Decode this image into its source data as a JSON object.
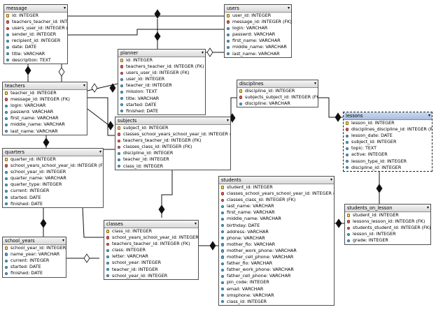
{
  "tables": {
    "message": {
      "name": "message",
      "columns": [
        {
          "text": "id: INTEGER",
          "icon": "key-icon"
        },
        {
          "text": "teachers_teacher_id: INTEGER (FK)",
          "icon": "fk-column-icon"
        },
        {
          "text": "users_user_id: INTEGER (FK)",
          "icon": "fk-column-icon"
        },
        {
          "text": "sender_id: INTEGER",
          "icon": "column-icon"
        },
        {
          "text": "recipient_id: INTEGER",
          "icon": "column-icon"
        },
        {
          "text": "date: DATE",
          "icon": "column-icon"
        },
        {
          "text": "title: VARCHAR",
          "icon": "column-icon"
        },
        {
          "text": "description: TEXT",
          "icon": "column-icon"
        }
      ]
    },
    "users": {
      "name": "users",
      "columns": [
        {
          "text": "user_id: INTEGER",
          "icon": "key-icon"
        },
        {
          "text": "message_id: INTEGER (FK)",
          "icon": "fk-column-icon"
        },
        {
          "text": "login: VARCHAR",
          "icon": "column-icon"
        },
        {
          "text": "passwrd: VARCHAR",
          "icon": "column-icon"
        },
        {
          "text": "first_name: VARCHAR",
          "icon": "column-icon"
        },
        {
          "text": "middle_name: VARCHAR",
          "icon": "column-icon"
        },
        {
          "text": "last_name: VARCHAR",
          "icon": "column-icon"
        }
      ]
    },
    "planner": {
      "name": "planner",
      "columns": [
        {
          "text": "id: INTEGER",
          "icon": "key-icon"
        },
        {
          "text": "teachers_teacher_id: INTEGER (FK)",
          "icon": "fk-column-icon"
        },
        {
          "text": "users_user_id: INTEGER (FK)",
          "icon": "fk-column-icon"
        },
        {
          "text": "user_id: INTEGER",
          "icon": "column-icon"
        },
        {
          "text": "teacher_id: INTEGER",
          "icon": "column-icon"
        },
        {
          "text": "mission: TEXT",
          "icon": "column-icon"
        },
        {
          "text": "title: VARCHAR",
          "icon": "column-icon"
        },
        {
          "text": "started: DATE",
          "icon": "column-icon"
        },
        {
          "text": "finished: DATE",
          "icon": "column-icon"
        }
      ]
    },
    "teachers": {
      "name": "teachers",
      "columns": [
        {
          "text": "teacher_id: INTEGER",
          "icon": "key-icon"
        },
        {
          "text": "message_id: INTEGER (FK)",
          "icon": "fk-column-icon"
        },
        {
          "text": "login: VARCHAR",
          "icon": "column-icon"
        },
        {
          "text": "passwrd: VARCHAR",
          "icon": "column-icon"
        },
        {
          "text": "first_name: VARCHAR",
          "icon": "column-icon"
        },
        {
          "text": "middle_name: VARCHAR",
          "icon": "column-icon"
        },
        {
          "text": "last_name: VARCHAR",
          "icon": "column-icon"
        }
      ]
    },
    "disciplines": {
      "name": "disciplines",
      "columns": [
        {
          "text": "discipline_id: INTEGER",
          "icon": "key-icon"
        },
        {
          "text": "subjects_subject_id: INTEGER (FK)",
          "icon": "fk-column-icon"
        },
        {
          "text": "discipline: VARCHAR",
          "icon": "column-icon"
        }
      ]
    },
    "lessons": {
      "name": "lessons",
      "columns": [
        {
          "text": "lesson_id: INTEGER",
          "icon": "key-icon"
        },
        {
          "text": "disciplines_discipline_id: INTEGER (FK)",
          "icon": "fk-column-icon"
        },
        {
          "text": "lesson_date: DATE",
          "icon": "column-icon"
        },
        {
          "text": "subject_id: INTEGER",
          "icon": "column-icon"
        },
        {
          "text": "topic: TEXT",
          "icon": "column-icon"
        },
        {
          "text": "active: INTEGER",
          "icon": "column-icon"
        },
        {
          "text": "lesson_type_id: INTEGER",
          "icon": "column-icon"
        },
        {
          "text": "discipline_id: INTEGER",
          "icon": "column-icon"
        }
      ]
    },
    "subjects": {
      "name": "subjects",
      "columns": [
        {
          "text": "subject_id: INTEGER",
          "icon": "key-icon"
        },
        {
          "text": "classes_school_years_school_year_id: INTEGER (FK)",
          "icon": "fk-column-icon"
        },
        {
          "text": "teachers_teacher_id: INTEGER (FK)",
          "icon": "fk-column-icon"
        },
        {
          "text": "classes_class_id: INTEGER (FK)",
          "icon": "fk-column-icon"
        },
        {
          "text": "discipline_id: INTEGER",
          "icon": "column-icon"
        },
        {
          "text": "teacher_id: INTEGER",
          "icon": "column-icon"
        },
        {
          "text": "class_id: INTEGER",
          "icon": "column-icon"
        }
      ]
    },
    "quarters": {
      "name": "quarters",
      "columns": [
        {
          "text": "quarter_id: INTEGER",
          "icon": "key-icon"
        },
        {
          "text": "school_years_school_year_id: INTEGER (FK)",
          "icon": "fk-column-icon"
        },
        {
          "text": "school_year_id: INTEGER",
          "icon": "column-icon"
        },
        {
          "text": "quarter_name: VARCHAR",
          "icon": "column-icon"
        },
        {
          "text": "quarter_type: INTEGER",
          "icon": "column-icon"
        },
        {
          "text": "current: INTEGER",
          "icon": "column-icon"
        },
        {
          "text": "started: DATE",
          "icon": "column-icon"
        },
        {
          "text": "finished: DATE",
          "icon": "column-icon"
        }
      ]
    },
    "students": {
      "name": "students",
      "columns": [
        {
          "text": "student_id: INTEGER",
          "icon": "key-icon"
        },
        {
          "text": "classes_school_years_school_year_id: INTEGER (FK)",
          "icon": "fk-column-icon"
        },
        {
          "text": "classes_class_id: INTEGER (FK)",
          "icon": "fk-column-icon"
        },
        {
          "text": "last_name: VARCHAR",
          "icon": "column-icon"
        },
        {
          "text": "first_name: VARCHAR",
          "icon": "column-icon"
        },
        {
          "text": "middle_name: VARCHAR",
          "icon": "column-icon"
        },
        {
          "text": "birthday: DATE",
          "icon": "column-icon"
        },
        {
          "text": "address: VARCHAR",
          "icon": "column-icon"
        },
        {
          "text": "phone: VARCHAR",
          "icon": "column-icon"
        },
        {
          "text": "mother_fio: VARCHAR",
          "icon": "column-icon"
        },
        {
          "text": "mother_work_phone: VARCHAR",
          "icon": "column-icon"
        },
        {
          "text": "mother_cell_phone: VARCHAR",
          "icon": "column-icon"
        },
        {
          "text": "father_fio: VARCHAR",
          "icon": "column-icon"
        },
        {
          "text": "father_work_phone: VARCHAR",
          "icon": "column-icon"
        },
        {
          "text": "father_cell_phone: VARCHAR",
          "icon": "column-icon"
        },
        {
          "text": "pin_code: INTEGER",
          "icon": "column-icon"
        },
        {
          "text": "email: VARCHAR",
          "icon": "column-icon"
        },
        {
          "text": "smsphone: VARCHAR",
          "icon": "column-icon"
        },
        {
          "text": "class_id: INTEGER",
          "icon": "column-icon"
        }
      ]
    },
    "classes": {
      "name": "classes",
      "columns": [
        {
          "text": "class_id: INTEGER",
          "icon": "key-icon"
        },
        {
          "text": "school_years_school_year_id: INTEGER (FK)",
          "icon": "fk-column-icon"
        },
        {
          "text": "teachers_teacher_id: INTEGER (FK)",
          "icon": "fk-column-icon"
        },
        {
          "text": "class: INTEGER",
          "icon": "column-icon"
        },
        {
          "text": "letter: VARCHAR",
          "icon": "column-icon"
        },
        {
          "text": "school_year: INTEGER",
          "icon": "column-icon"
        },
        {
          "text": "teacher_id: INTEGER",
          "icon": "column-icon"
        },
        {
          "text": "school_year_id: INTEGER",
          "icon": "column-icon"
        }
      ]
    },
    "school_years": {
      "name": "school_years",
      "columns": [
        {
          "text": "school_year_id: INTEGER",
          "icon": "key-icon"
        },
        {
          "text": "name_year: VARCHAR",
          "icon": "column-icon"
        },
        {
          "text": "current: INTEGER",
          "icon": "column-icon"
        },
        {
          "text": "started: DATE",
          "icon": "column-icon"
        },
        {
          "text": "finished: DATE",
          "icon": "column-icon"
        }
      ]
    },
    "students_on_lesson": {
      "name": "students_on_lesson",
      "columns": [
        {
          "text": "student_id: INTEGER",
          "icon": "key-icon"
        },
        {
          "text": "lessons_lesson_id: INTEGER (FK)",
          "icon": "fk-column-icon"
        },
        {
          "text": "students_student_id: INTEGER (FK)",
          "icon": "fk-column-icon"
        },
        {
          "text": "lesson_id: INTEGER",
          "icon": "column-icon"
        },
        {
          "text": "grade: INTEGER",
          "icon": "column-icon"
        }
      ]
    }
  },
  "relationships": [
    {
      "from": "teachers",
      "to": "message"
    },
    {
      "from": "users",
      "to": "message"
    },
    {
      "from": "teachers",
      "to": "planner"
    },
    {
      "from": "users",
      "to": "planner"
    },
    {
      "from": "message",
      "to": "users"
    },
    {
      "from": "message",
      "to": "teachers"
    },
    {
      "from": "teachers",
      "to": "subjects"
    },
    {
      "from": "subjects",
      "to": "disciplines"
    },
    {
      "from": "disciplines",
      "to": "lessons"
    },
    {
      "from": "school_years",
      "to": "quarters"
    },
    {
      "from": "school_years",
      "to": "classes"
    },
    {
      "from": "classes",
      "to": "subjects"
    },
    {
      "from": "classes",
      "to": "students"
    },
    {
      "from": "teachers",
      "to": "classes"
    },
    {
      "from": "lessons",
      "to": "students_on_lesson"
    },
    {
      "from": "students",
      "to": "students_on_lesson"
    }
  ],
  "icons": {
    "dropdown": "chevron-down-icon",
    "primary_key": "key-icon",
    "foreign_key": "fk-column-icon",
    "column": "column-icon"
  }
}
